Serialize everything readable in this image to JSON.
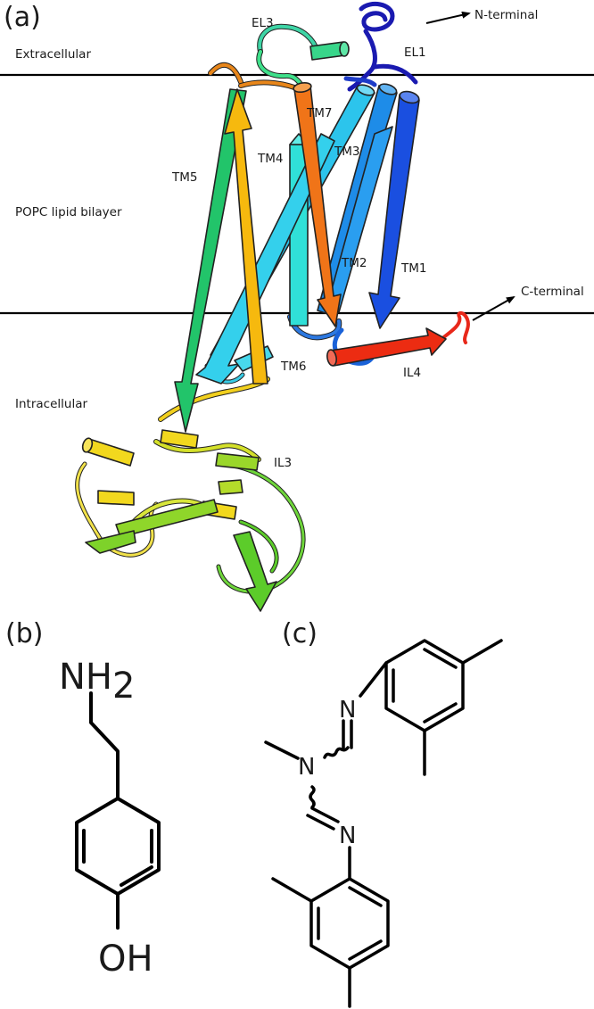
{
  "panels": {
    "a": "(a)",
    "b": "(b)",
    "c": "(c)"
  },
  "regions": {
    "extracellular": "Extracellular",
    "bilayer": "POPC lipid bilayer",
    "intracellular": "Intracellular"
  },
  "termini": {
    "n_terminal": "N-terminal",
    "c_terminal": "C-terminal"
  },
  "segments": {
    "el1": "EL1",
    "el3": "EL3",
    "tm1": "TM1",
    "tm2": "TM2",
    "tm3": "TM3",
    "tm4": "TM4",
    "tm5": "TM5",
    "tm6": "TM6",
    "tm7": "TM7",
    "il3": "IL3",
    "il4": "IL4"
  },
  "tyramine": {
    "amine_n": "NH",
    "amine_sub": "2",
    "hydroxyl": "OH"
  },
  "amitraz": {
    "n_upper": "N",
    "n_center": "N",
    "n_lower": "N"
  },
  "colors": {
    "tm1": "#1a4fe0",
    "tm2": "#1e8ce8",
    "tm3": "#2cc4ec",
    "tm4": "#30e0d8",
    "tm5": "#22c46a",
    "tm6": "#34d0ec",
    "tm7": "#f07418",
    "il4": "#ec2c12",
    "yellow": "#f2d01e",
    "green": "#5ccc2a",
    "navy": "#1a1ab0"
  }
}
